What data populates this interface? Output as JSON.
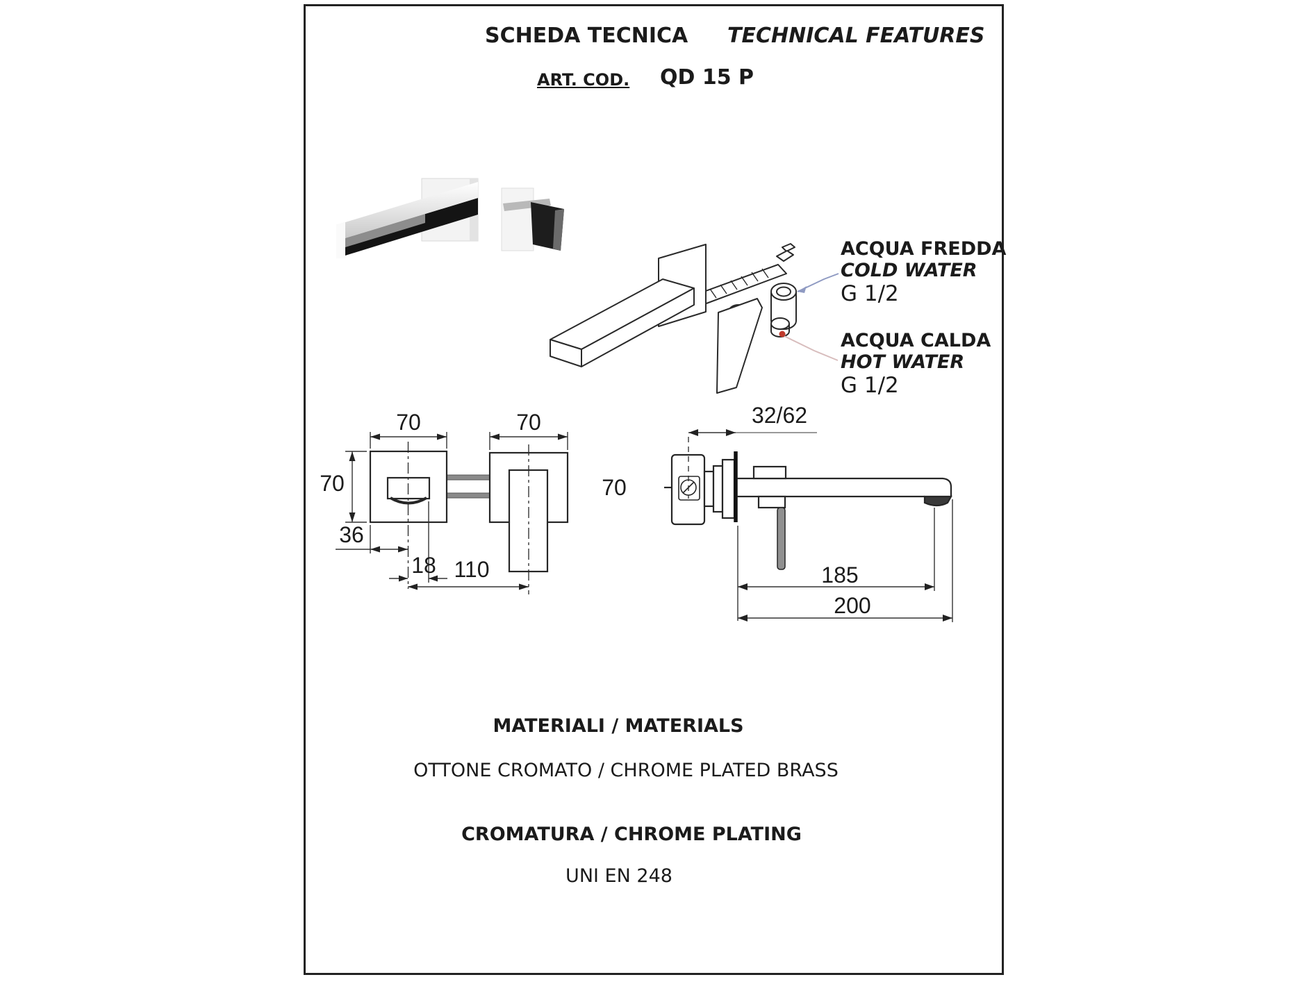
{
  "page": {
    "title_it": "SCHEDA TECNICA",
    "title_en": "TECHNICAL FEATURES",
    "art_cod_label": "ART. COD.",
    "art_cod_value": "QD 15 P"
  },
  "connections": {
    "cold": {
      "name_it": "ACQUA FREDDA",
      "name_en": "COLD WATER",
      "thread": "G 1/2"
    },
    "hot": {
      "name_it": "ACQUA CALDA",
      "name_en": "HOT WATER",
      "thread": "G 1/2"
    }
  },
  "dimensions": {
    "front_view": {
      "spout_plate_width": "70",
      "mixer_plate_width": "70",
      "spout_plate_height": "70",
      "mixer_plate_height": "70",
      "spout_outlet_offset": "36",
      "outlet_width": "18",
      "plates_center_distance": "110"
    },
    "side_view": {
      "wall_adjust_range": "32/62",
      "aerator_projection": "185",
      "total_projection": "200"
    }
  },
  "materials": {
    "heading": "MATERIALI / MATERIALS",
    "value": "OTTONE CROMATO / CHROME PLATED BRASS",
    "plating_heading": "CROMATURA / CHROME PLATING",
    "plating_standard": "UNI EN 248"
  },
  "colors": {
    "ink": "#262626",
    "cold_leader": "#8f9ac2",
    "hot_leader": "#d8bdbd",
    "hot_marker": "#c0392b",
    "border": "#222222"
  }
}
